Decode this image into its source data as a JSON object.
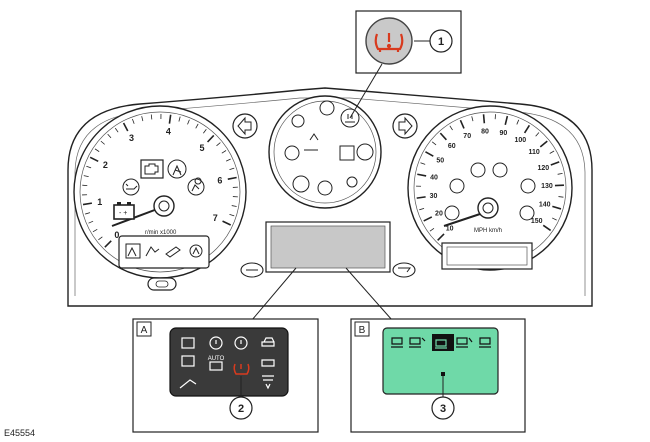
{
  "figure": {
    "id_code": "E45554",
    "callouts": [
      "1",
      "2",
      "3"
    ],
    "inset_labels": [
      "A",
      "B"
    ]
  },
  "tachometer": {
    "ticks": [
      "0",
      "1",
      "2",
      "3",
      "4",
      "5",
      "6",
      "7"
    ],
    "unit_label": "r/min x1000"
  },
  "speedometer": {
    "ticks": [
      "10",
      "20",
      "30",
      "40",
      "50",
      "60",
      "70",
      "80",
      "90",
      "100",
      "110",
      "120",
      "130",
      "140",
      "150"
    ],
    "unit_label": "MPH km/h"
  },
  "inset_a": {
    "auto_label": "AUTO"
  },
  "colors": {
    "line": "#222222",
    "tpms_warning": "#d83a1e",
    "display_green": "#6fd9a8",
    "panel_dark": "#3a3a3a"
  },
  "icons": [
    "tpms-warning-icon",
    "left-turn-arrow-icon",
    "right-turn-arrow-icon",
    "battery-icon",
    "oil-pressure-icon",
    "check-engine-icon",
    "seatbelt-icon",
    "airbag-icon"
  ]
}
